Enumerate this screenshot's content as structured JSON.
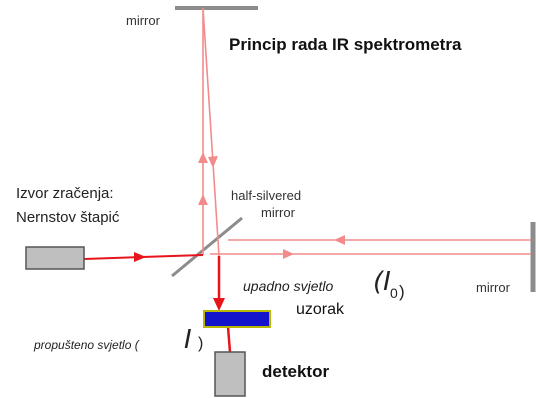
{
  "labels": {
    "mirror_top": "mirror",
    "title": "Princip rada IR spektrometra",
    "source_line1": "Izvor zračenja:",
    "source_line2": "Nernstov štapić",
    "half_silvered_line1": "half-silvered",
    "half_silvered_line2": "mirror",
    "incident_light": "upadno svjetlo",
    "I0_symbol": "(I",
    "I0_subscript": "0",
    "I0_close": ")",
    "mirror_right": "mirror",
    "sample": "uzorak",
    "transmitted_light": "propušteno svjetlo (",
    "I_symbol": "I",
    "I_close": ")",
    "detector": "detektor"
  },
  "colors": {
    "beam_light": "#f28c8c",
    "beam_strong": "#e8141b",
    "sample": "#1414cc",
    "sample_border": "#b8b800",
    "mirror": "#8c8c8c",
    "component_fill": "#bfbfbf",
    "component_stroke": "#555555"
  }
}
